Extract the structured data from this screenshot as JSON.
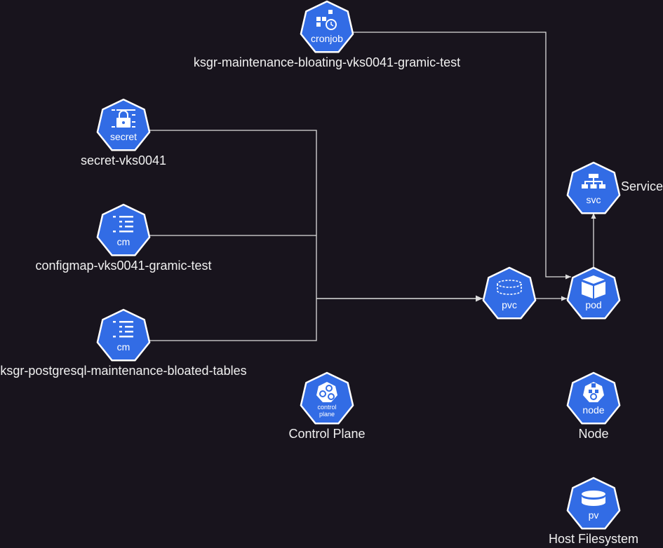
{
  "colors": {
    "background": "#18141d",
    "node_fill": "#326ce5",
    "node_stroke": "#ffffff",
    "edge": "#dddddd",
    "label": "#f0f0f0"
  },
  "nodes": {
    "cronjob": {
      "kind": "cronjob",
      "label": "ksgr-maintenance-bloating-vks0041-gramic-test",
      "icon": "cronjob-icon"
    },
    "secret": {
      "kind": "secret",
      "label": "secret-vks0041",
      "icon": "secret-icon"
    },
    "configmap_1": {
      "kind": "cm",
      "label": "configmap-vks0041-gramic-test",
      "icon": "configmap-icon"
    },
    "configmap_2": {
      "kind": "cm",
      "label": "ksgr-postgresql-maintenance-bloated-tables",
      "icon": "configmap-icon"
    },
    "service": {
      "kind": "svc",
      "label": "Service",
      "icon": "service-icon"
    },
    "pvc": {
      "kind": "pvc",
      "label": "",
      "icon": "pvc-icon"
    },
    "pod": {
      "kind": "pod",
      "label": "",
      "icon": "pod-icon"
    },
    "control_plane": {
      "kind": "control plane",
      "kind_line1": "control",
      "kind_line2": "plane",
      "label": "Control Plane",
      "icon": "control-plane-icon"
    },
    "node": {
      "kind": "node",
      "label": "Node",
      "icon": "node-icon"
    },
    "pv": {
      "kind": "pv",
      "label": "Host Filesystem",
      "icon": "pv-icon"
    }
  },
  "edges": [
    {
      "from": "cronjob",
      "to": "pod"
    },
    {
      "from": "secret",
      "to": "pvc"
    },
    {
      "from": "configmap_1",
      "to": "pvc"
    },
    {
      "from": "configmap_2",
      "to": "pvc"
    },
    {
      "from": "pvc",
      "to": "pod"
    },
    {
      "from": "pod",
      "to": "service"
    }
  ]
}
